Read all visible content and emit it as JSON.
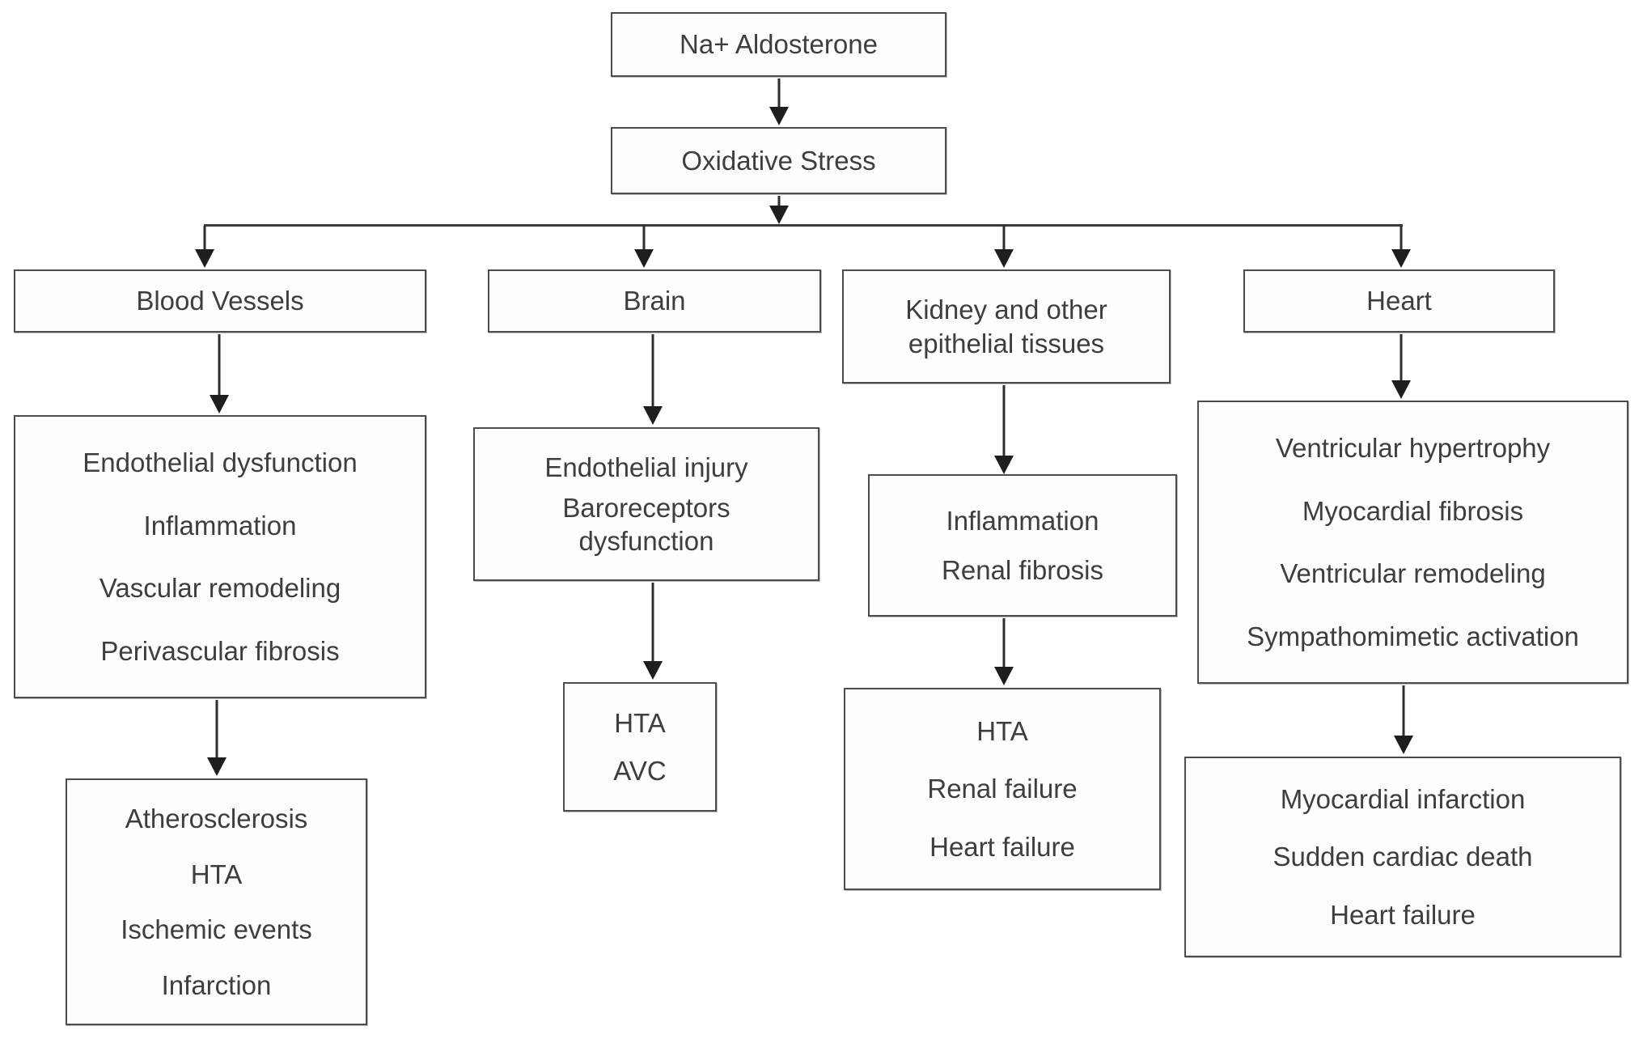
{
  "diagram": {
    "root": {
      "label": "Na+ Aldosterone"
    },
    "stress": {
      "label": "Oxidative Stress"
    },
    "branches": {
      "blood_vessels": {
        "organ": "Blood Vessels",
        "effects": [
          "Endothelial dysfunction",
          "Inflammation",
          "Vascular remodeling",
          "Perivascular fibrosis"
        ],
        "outcomes": [
          "Atherosclerosis",
          "HTA",
          "Ischemic events",
          "Infarction"
        ]
      },
      "brain": {
        "organ": "Brain",
        "effects": [
          "Endothelial injury",
          "Baroreceptors dysfunction"
        ],
        "outcomes": [
          "HTA",
          "AVC"
        ]
      },
      "kidney": {
        "organ": "Kidney and other epithelial tissues",
        "effects": [
          "Inflammation",
          "Renal fibrosis"
        ],
        "outcomes": [
          "HTA",
          "Renal failure",
          "Heart failure"
        ]
      },
      "heart": {
        "organ": "Heart",
        "effects": [
          "Ventricular hypertrophy",
          "Myocardial fibrosis",
          "Ventricular remodeling",
          "Sympathomimetic activation"
        ],
        "outcomes": [
          "Myocardial infarction",
          "Sudden cardiac death",
          "Heart failure"
        ]
      }
    }
  }
}
